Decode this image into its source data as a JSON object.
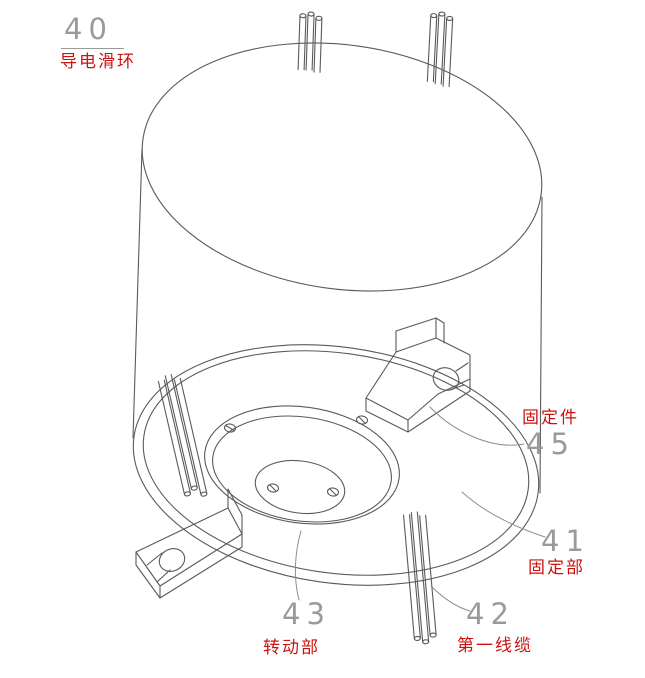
{
  "figure": {
    "title": {
      "number": "40",
      "label": "导电滑环"
    },
    "callouts": [
      {
        "number": "45",
        "label": "固定件"
      },
      {
        "number": "41",
        "label": "固定部"
      },
      {
        "number": "42",
        "label": "第一线缆"
      },
      {
        "number": "43",
        "label": "转动部"
      }
    ]
  },
  "colors": {
    "label-red": "#cc1111",
    "number-gray": "#9a9a9a",
    "line-gray": "#5a5a5a"
  }
}
